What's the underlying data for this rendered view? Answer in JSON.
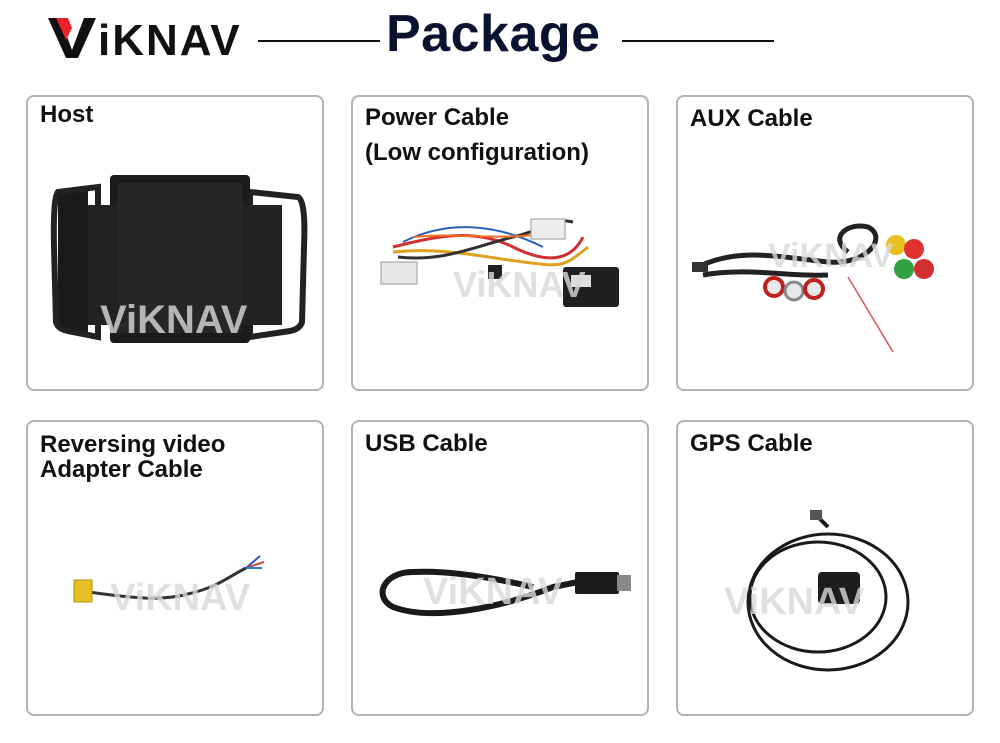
{
  "brand": {
    "logo_text": "ViKNAV"
  },
  "header": {
    "title": "Package"
  },
  "items": [
    {
      "label": "Host",
      "icon": "tablet-head-unit-icon"
    },
    {
      "label": "Power Cable\n(Low configuration)",
      "icon": "power-harness-icon"
    },
    {
      "label": "AUX Cable",
      "icon": "aux-cable-icon"
    },
    {
      "label": "Reversing video\nAdapter Cable",
      "icon": "reverse-video-cable-icon"
    },
    {
      "label": "USB Cable",
      "icon": "usb-cable-icon"
    },
    {
      "label": "GPS  Cable",
      "icon": "gps-antenna-icon"
    }
  ],
  "watermark": "ViKNAV",
  "colors": {
    "title": "#0a1230",
    "card_border": "#b3b3b3"
  }
}
